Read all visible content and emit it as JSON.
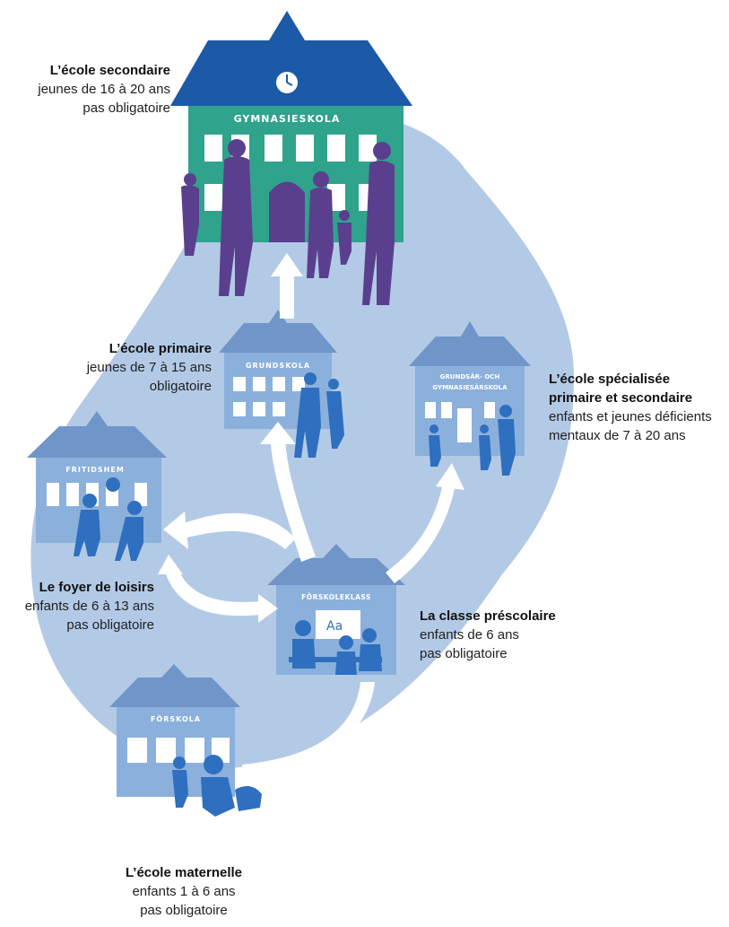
{
  "colors": {
    "blob": "#b3cae6",
    "gymnasium_roof": "#1c5aa8",
    "gymnasium_wall": "#2fa38c",
    "people_dark": "#5b3f8f",
    "building_light": "#8bb0dc",
    "people_blue": "#2f6fbf",
    "arrow": "#ffffff"
  },
  "buildings": {
    "gymnasieskola": "GYMNASIESKOLA",
    "grundskola": "GRUNDSKOLA",
    "grundsar_line1": "GRUNDSÄR- OCH",
    "grundsar_line2": "GYMNASIESÄRSKOLA",
    "fritidshem": "FRITIDSHEM",
    "forskoleklass": "FÖRSKOLEKLASS",
    "forskola": "FÖRSKOLA",
    "board_text": "Aa"
  },
  "labels": {
    "secondaire": {
      "title": "L’école secondaire",
      "line1": "jeunes de 16 à 20 ans",
      "line2": "pas obligatoire"
    },
    "primaire": {
      "title": "L’école primaire",
      "line1": "jeunes de 7 à 15 ans",
      "line2": "obligatoire"
    },
    "specialisee": {
      "title1": "L’école spécialisée",
      "title2": "primaire et secondaire",
      "line1": "enfants et jeunes déficients",
      "line2": "mentaux de 7 à 20 ans"
    },
    "foyer": {
      "title": "Le foyer de loisirs",
      "line1": "enfants de 6 à 13 ans",
      "line2": "pas obligatoire"
    },
    "prescolaire": {
      "title": "La classe préscolaire",
      "line1": "enfants de 6 ans",
      "line2": "pas obligatoire"
    },
    "maternelle": {
      "title": "L’école maternelle",
      "line1": "enfants 1 à 6 ans",
      "line2": "pas obligatoire"
    }
  }
}
